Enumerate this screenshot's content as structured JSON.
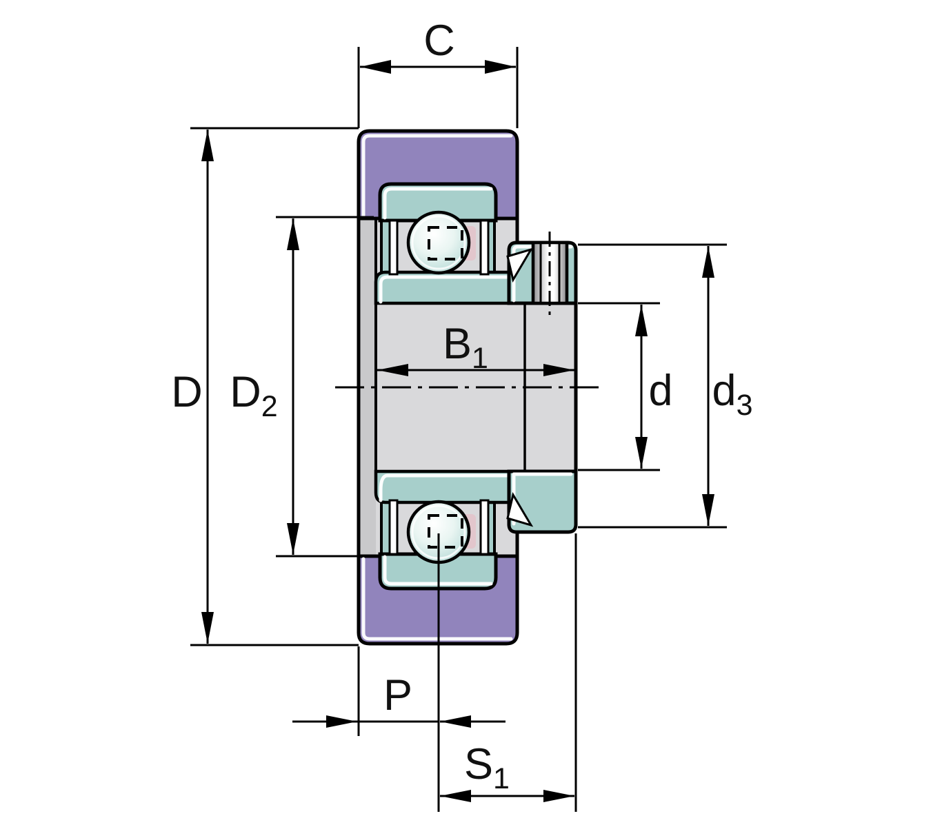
{
  "drawing": {
    "kind": "radial-insert-ball-bearing-cross-section"
  },
  "dimensions": {
    "C": {
      "main": "C",
      "sub": ""
    },
    "D": {
      "main": "D",
      "sub": ""
    },
    "D2": {
      "main": "D",
      "sub": "2"
    },
    "B1": {
      "main": "B",
      "sub": "1"
    },
    "d": {
      "main": "d",
      "sub": ""
    },
    "d3": {
      "main": "d",
      "sub": "3"
    },
    "P": {
      "main": "P",
      "sub": ""
    },
    "S1": {
      "main": "S",
      "sub": "1"
    }
  },
  "colors": {
    "background": "#ffffff",
    "purple": "#9184BC",
    "teal": "#A7CFCB",
    "gray": "#D9D9DB",
    "grayDark": "#C9C9CB",
    "pink": "#E2C6CC",
    "line": "#000000",
    "white": "#ffffff",
    "ballCenter": "#FFFFFF",
    "ballMid": "#E9F5F2",
    "ballEdge": "#AFD6D2",
    "screwEdgeL": "#909092",
    "screwLight": "#C8C8CA",
    "screwCenter": "#FFFFFF",
    "screwEdgeR": "#8A8A8C"
  }
}
